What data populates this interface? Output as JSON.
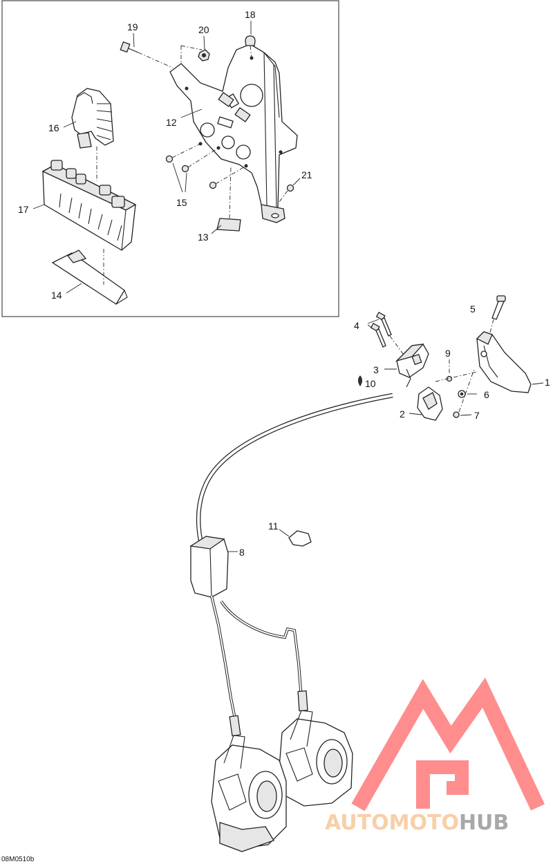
{
  "callouts": {
    "c1": "1",
    "c2": "2",
    "c3": "3",
    "c4": "4",
    "c5": "5",
    "c6": "6",
    "c7": "7",
    "c8": "8",
    "c9": "9",
    "c10": "10",
    "c11": "11",
    "c12": "12",
    "c13": "13",
    "c14": "14",
    "c15": "15",
    "c16": "16",
    "c17": "17",
    "c18": "18",
    "c19": "19",
    "c20": "20",
    "c21": "21"
  },
  "drawing_code": "08M0510b",
  "watermark": {
    "text_auto": "AUTO",
    "text_moto": "MOTO",
    "text_hub": "HUB",
    "color_light": "#f7c79a",
    "color_dark": "#9a9a9a",
    "color_triangle": "#ff7a7a"
  }
}
